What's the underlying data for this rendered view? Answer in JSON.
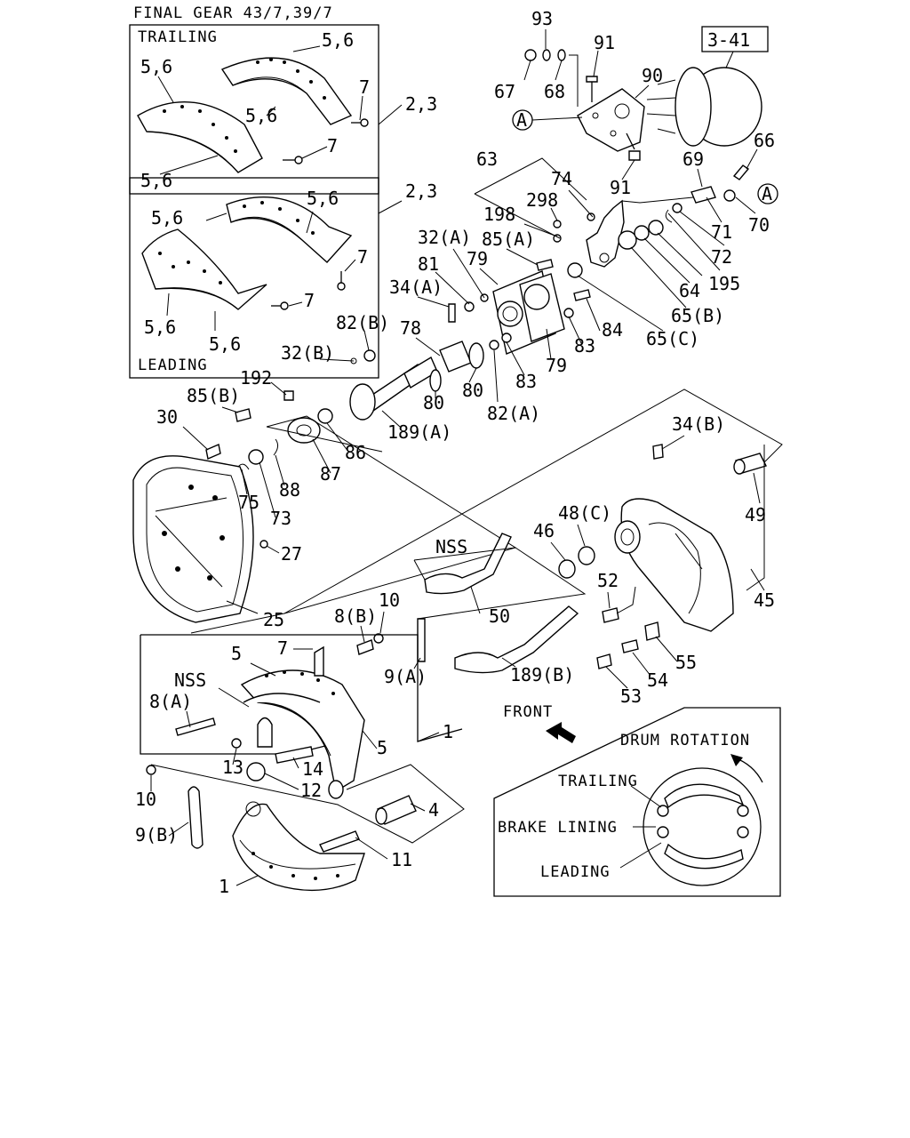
{
  "header": {
    "title": "FINAL GEAR 43/7,39/7"
  },
  "panels": {
    "trailing": {
      "label": "TRAILING"
    },
    "leading": {
      "label": "LEADING"
    },
    "rotation": {
      "title": "DRUM ROTATION",
      "trailing": "TRAILING",
      "brake_lining": "BRAKE LINING",
      "leading": "LEADING"
    }
  },
  "reference_box": {
    "label": "3-41"
  },
  "front_label": "FRONT",
  "callout": "A",
  "labels": {
    "l93": "93",
    "l91a": "91",
    "l67": "67",
    "l68": "68",
    "l90": "90",
    "l66": "66",
    "l69": "69",
    "l91b": "91",
    "l70": "70",
    "l71": "71",
    "l72": "72",
    "l195": "195",
    "l64": "64",
    "l65b": "65(B)",
    "l65c": "65(C)",
    "l63": "63",
    "l74": "74",
    "l298": "298",
    "l198": "198",
    "l32a": "32(A)",
    "l85a": "85(A)",
    "l81": "81",
    "l79a": "79",
    "l79b": "79",
    "l34a": "34(A)",
    "l84": "84",
    "l83a": "83",
    "l83b": "83",
    "l82b": "82(B)",
    "l78": "78",
    "l32b": "32(B)",
    "l80a": "80",
    "l80b": "80",
    "l82a": "82(A)",
    "l192": "192",
    "l189a": "189(A)",
    "l85b": "85(B)",
    "l30": "30",
    "l87": "87",
    "l86": "86",
    "l88": "88",
    "l75": "75",
    "l73": "73",
    "l27": "27",
    "l25": "25",
    "l34b": "34(B)",
    "l49": "49",
    "l48c": "48(C)",
    "l46": "46",
    "nss1": "NSS",
    "l50": "50",
    "l52": "52",
    "l45": "45",
    "l8b": "8(B)",
    "l10a": "10",
    "l9a": "9(A)",
    "l189b": "189(B)",
    "l55": "55",
    "l54": "54",
    "l53": "53",
    "l7a": "7",
    "l5a": "5",
    "nss2": "NSS",
    "l8a": "8(A)",
    "l1a": "1",
    "l5b": "5",
    "l13": "13",
    "l14": "14",
    "l12": "12",
    "l10b": "10",
    "l4": "4",
    "l9b": "9(B)",
    "l11": "11",
    "l1b": "1",
    "t56a": "5,6",
    "t56b": "5,6",
    "t56c": "5,6",
    "t56d": "5,6",
    "t7a": "7",
    "t7b": "7",
    "t23a": "2,3",
    "ld56a": "5,6",
    "ld56b": "5,6",
    "ld56c": "5,6",
    "ld56d": "5,6",
    "ld7a": "7",
    "ld7b": "7",
    "t23b": "2,3"
  }
}
